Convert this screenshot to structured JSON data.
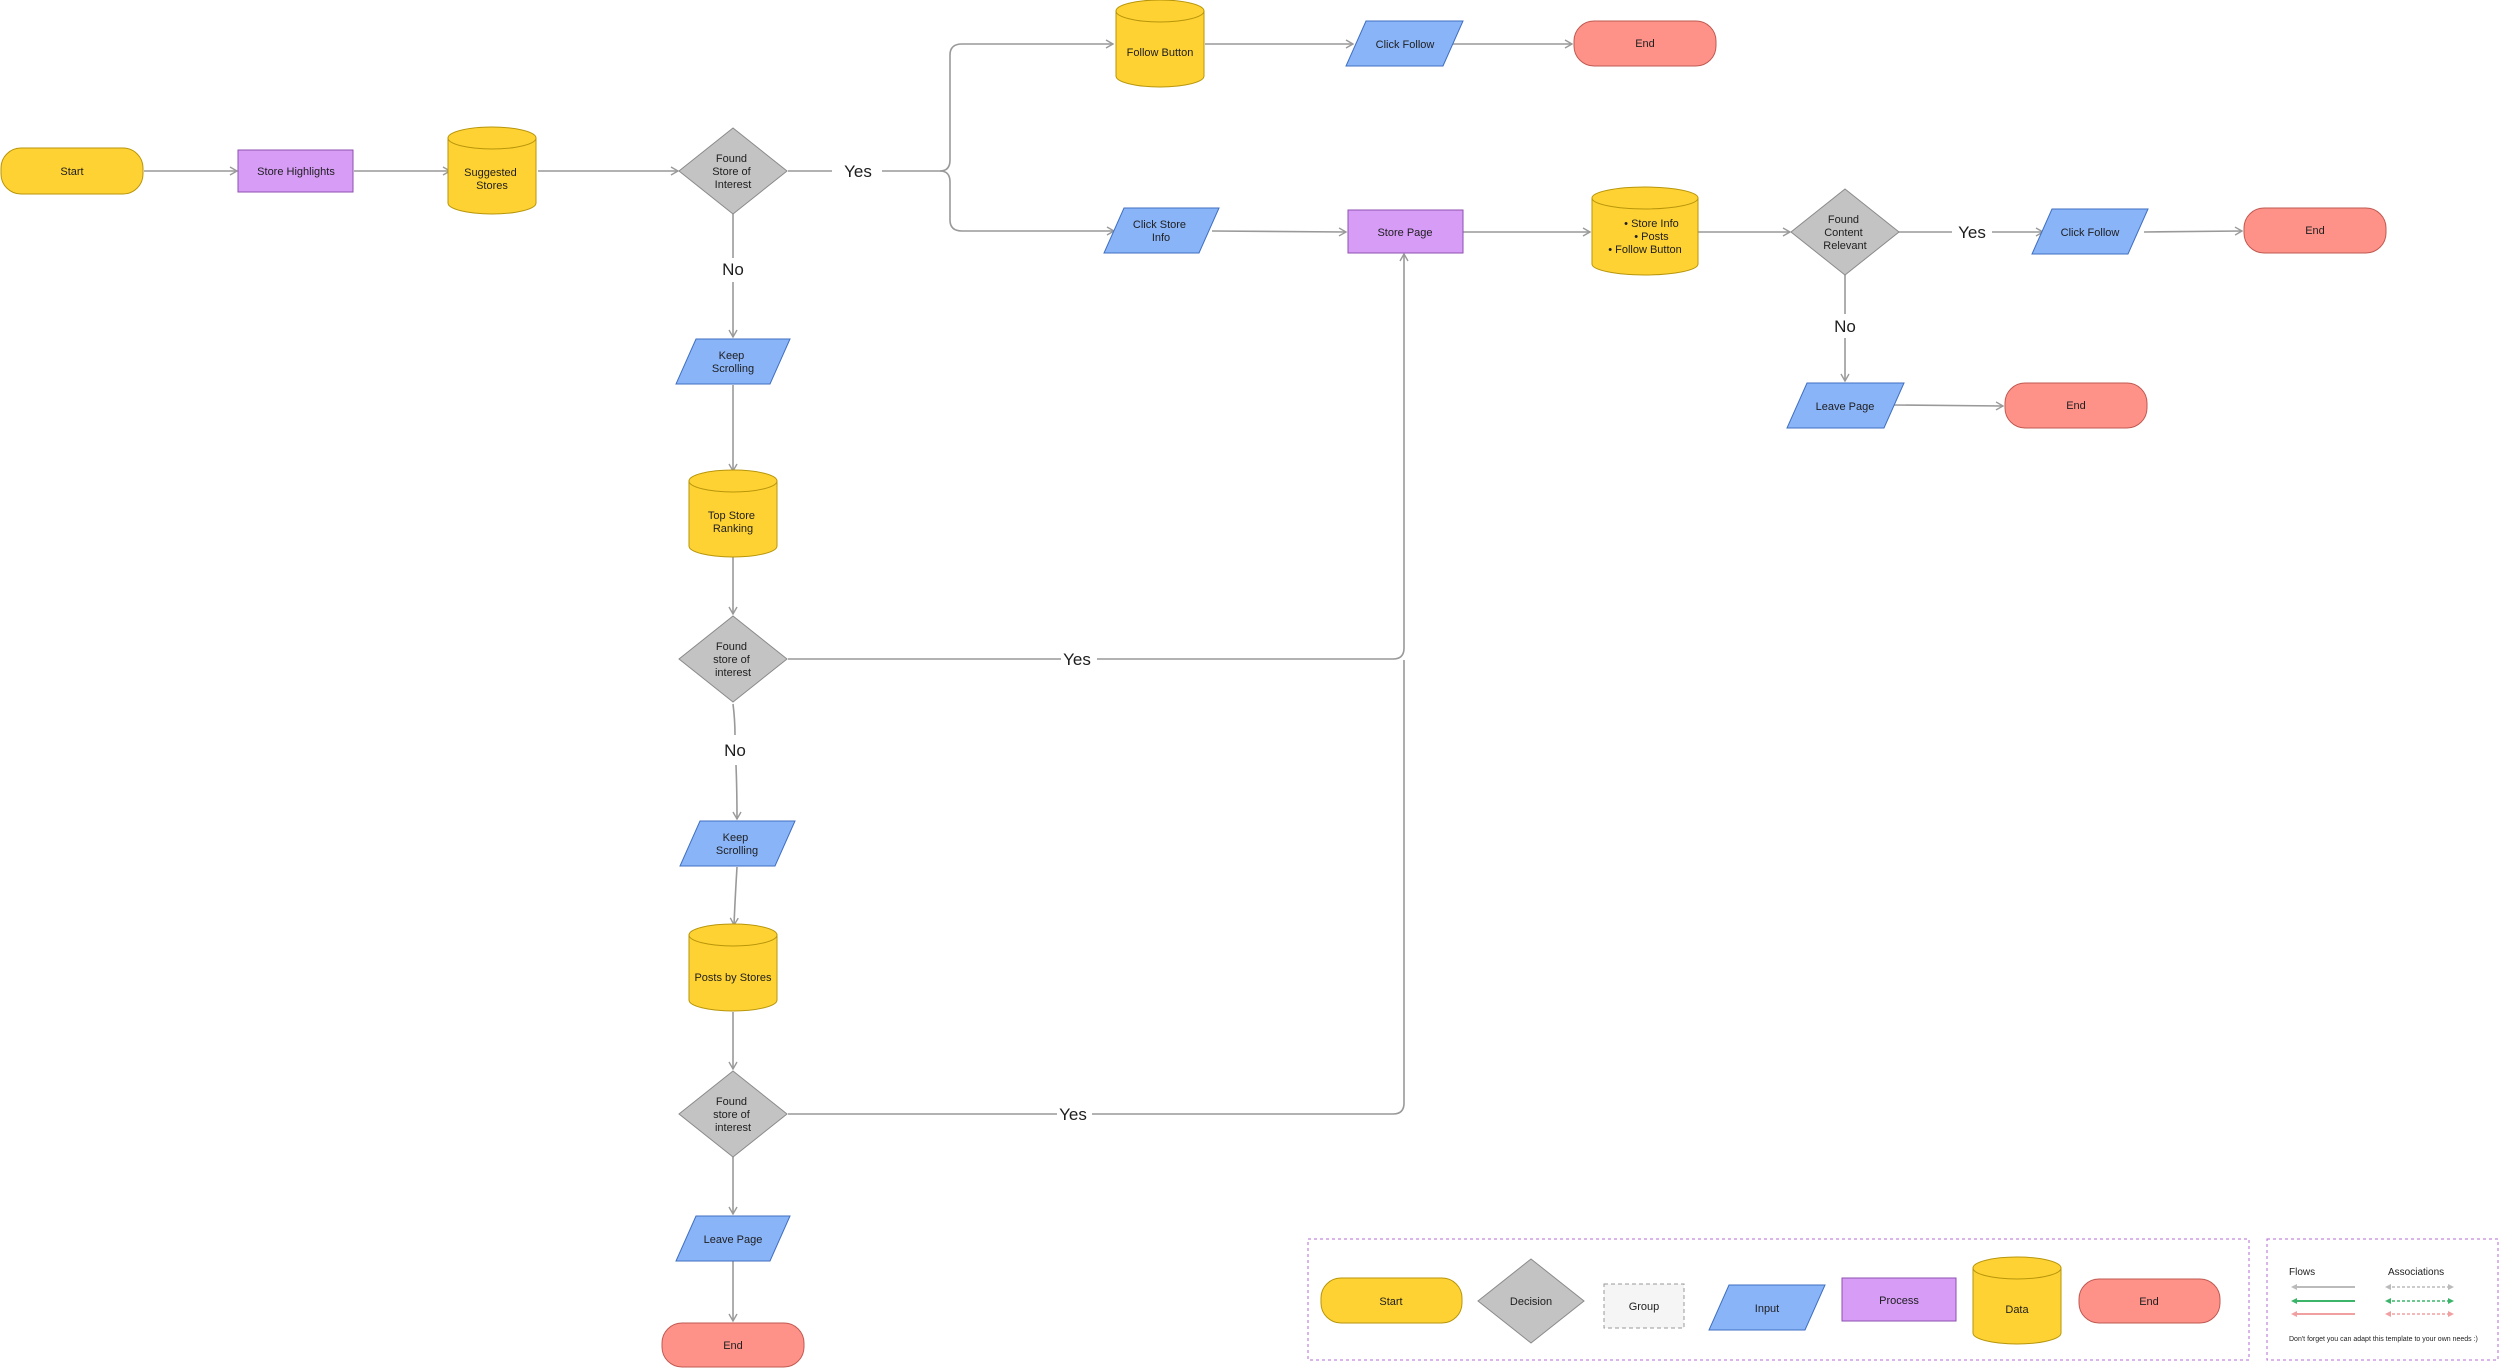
{
  "colors": {
    "start": "#ffd234",
    "data": "#ffd234",
    "decision": "#c3c3c3",
    "input": "#8ab4f8",
    "process": "#d69cf6",
    "end": "#fe9289",
    "group": "#f5f5f5",
    "edge": "#999999",
    "legend_border": "#b36bd4",
    "association_green": "#3cb56b"
  },
  "nodes": {
    "start": "Start",
    "store_highlights": "Store Highlights",
    "suggested_stores": [
      "Suggested",
      "Stores"
    ],
    "found_store_1": [
      "Found",
      "Store of",
      "Interest"
    ],
    "follow_button": "Follow Button",
    "click_follow_1": "Click Follow",
    "end_1": "End",
    "click_store_info": [
      "Click Store",
      "Info"
    ],
    "store_page": "Store Page",
    "store_content": [
      "Store Info",
      "Posts",
      "Follow Button"
    ],
    "found_content": [
      "Found",
      "Content",
      "Relevant"
    ],
    "click_follow_2": "Click Follow",
    "end_2": "End",
    "leave_page_1": "Leave Page",
    "end_3": "End",
    "keep_scrolling_1": [
      "Keep",
      "Scrolling"
    ],
    "top_store_ranking": [
      "Top Store",
      "Ranking"
    ],
    "found_store_2": [
      "Found",
      "store of",
      "interest"
    ],
    "keep_scrolling_2": [
      "Keep",
      "Scrolling"
    ],
    "posts_by_stores": "Posts by Stores",
    "found_store_3": [
      "Found",
      "store of",
      "interest"
    ],
    "leave_page_2": "Leave Page",
    "end_4": "End"
  },
  "edge_labels": {
    "yes_1": "Yes",
    "no_1": "No",
    "yes_2": "Yes",
    "no_2": "No",
    "yes_3": "Yes",
    "yes_4": "Yes",
    "no_4": "No"
  },
  "legend": {
    "start": "Start",
    "decision": "Decision",
    "group": "Group",
    "input": "Input",
    "process": "Process",
    "data": "Data",
    "end": "End",
    "flows": "Flows",
    "associations": "Associations",
    "note": "Don't forget you can adapt this template to your own needs :)"
  }
}
